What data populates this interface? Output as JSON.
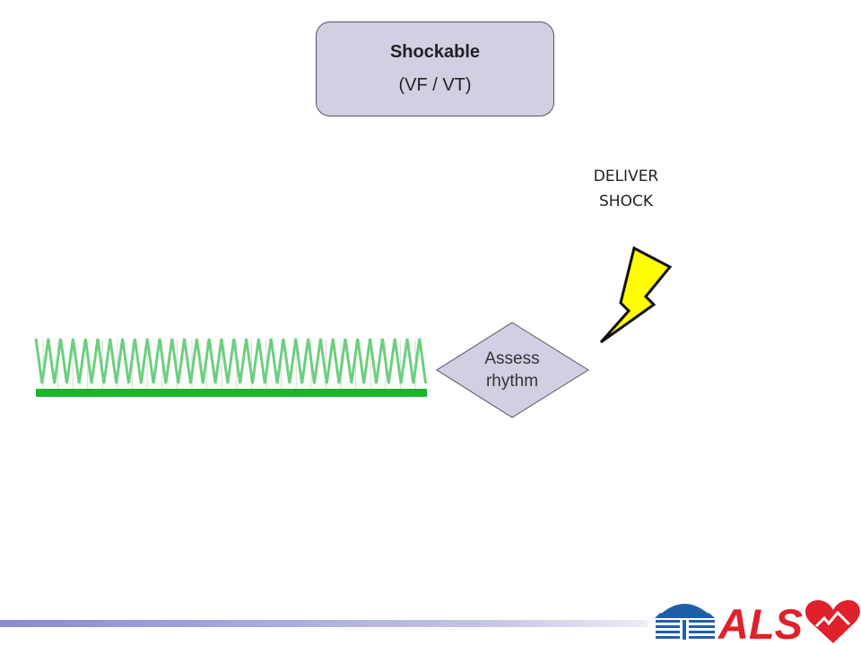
{
  "shockable": {
    "title": "Shockable",
    "subtitle": "(VF / VT)"
  },
  "action": {
    "line1": "DELIVER",
    "line2": "SHOCK"
  },
  "decision": {
    "line1": "Assess",
    "line2": "rhythm"
  },
  "logo": {
    "text": "ALS"
  },
  "colors": {
    "box_fill": "#d3cfe3",
    "ecg_wave": "#6dcf7e",
    "ecg_base": "#1db526",
    "bolt_fill": "#ffff00",
    "logo_red": "#e0202a",
    "logo_blue": "#1f5fa8",
    "footer_line": "#9a9ad0"
  },
  "icons": [
    "lightning-bolt-icon",
    "ecg-strip-icon",
    "als-logo-icon",
    "heart-icon"
  ]
}
